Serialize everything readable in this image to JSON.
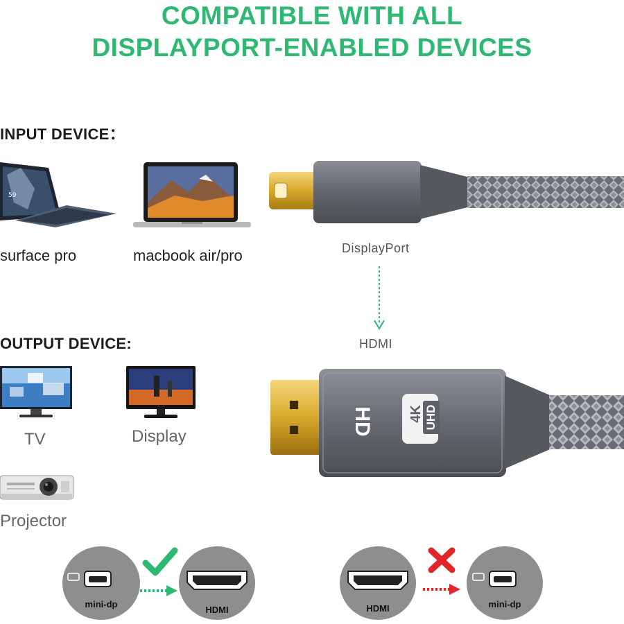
{
  "headline": {
    "line1": "COMPATIBLE WITH ALL",
    "line2": "DISPLAYPORT-ENABLED DEVICES"
  },
  "input_section": {
    "title": "INPUT DEVICE：",
    "devices": [
      {
        "label": "surface pro",
        "icon": "surface-pro-icon"
      },
      {
        "label": "macbook air/pro",
        "icon": "macbook-icon"
      }
    ]
  },
  "output_section": {
    "title": "OUTPUT DEVICE:",
    "devices": [
      {
        "label": "TV",
        "icon": "tv-icon"
      },
      {
        "label": "Display",
        "icon": "monitor-icon"
      },
      {
        "label": "Projector",
        "icon": "projector-icon"
      }
    ]
  },
  "connectors": {
    "top_label": "DisplayPort",
    "bottom_label": "HDMI",
    "badge_hd": "HD",
    "badge_4k": "4K",
    "badge_uhd": "UHD"
  },
  "direction": {
    "ok": {
      "from": "mini-dp",
      "to": "HDMI",
      "mark": "check-icon"
    },
    "bad": {
      "from": "HDMI",
      "to": "mini-dp",
      "mark": "cross-icon"
    }
  },
  "colors": {
    "accent_green": "#2eb872",
    "cross_red": "#e0262a",
    "circle_gray": "#8e8e8e",
    "gold": "#d8a92b",
    "shell_gray": "#6a6d73"
  }
}
